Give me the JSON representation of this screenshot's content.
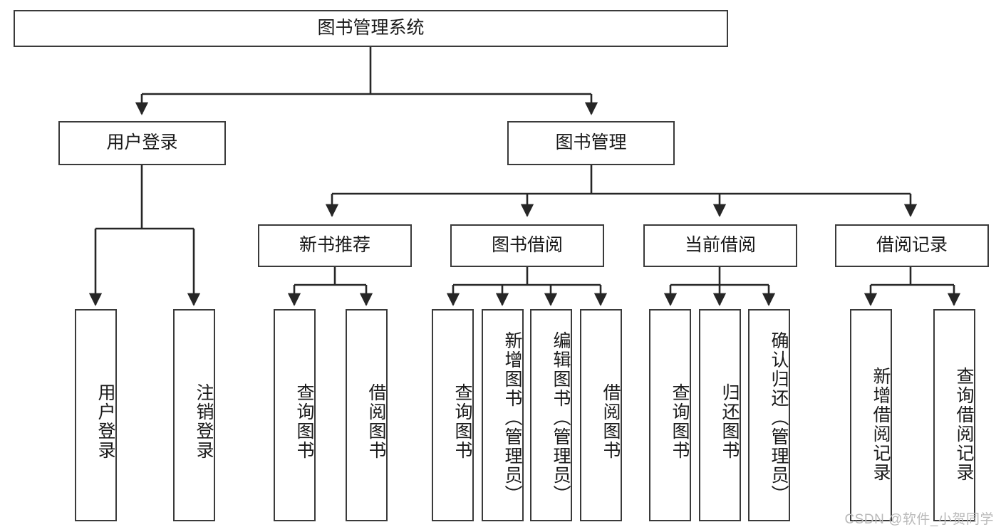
{
  "diagram": {
    "type": "tree-hierarchy-flowchart",
    "title": "图书管理系统",
    "colors": {
      "box_border": "#3a3a3a",
      "box_fill": "#ffffff",
      "connector": "#262626",
      "text": "#1a1a1a",
      "watermark": "#b9b9b9"
    },
    "root": {
      "id": "root",
      "label": "图书管理系统",
      "orientation": "horizontal"
    },
    "level2": [
      {
        "id": "user-login",
        "label": "用户登录",
        "orientation": "horizontal"
      },
      {
        "id": "book-manage",
        "label": "图书管理",
        "orientation": "horizontal"
      }
    ],
    "level3": [
      {
        "id": "new-book-recommend",
        "label": "新书推荐",
        "orientation": "horizontal",
        "parent": "book-manage"
      },
      {
        "id": "book-borrow",
        "label": "图书借阅",
        "orientation": "horizontal",
        "parent": "book-manage"
      },
      {
        "id": "current-borrow",
        "label": "当前借阅",
        "orientation": "horizontal",
        "parent": "book-manage"
      },
      {
        "id": "borrow-record",
        "label": "借阅记录",
        "orientation": "horizontal",
        "parent": "book-manage"
      }
    ],
    "leaves": {
      "user-login": [
        {
          "id": "leaf-user-login",
          "label": "用户登录"
        },
        {
          "id": "leaf-logout",
          "label": "注销登录"
        }
      ],
      "new-book-recommend": [
        {
          "id": "leaf-query-book-1",
          "label": "查询图书"
        },
        {
          "id": "leaf-borrow-book-1",
          "label": "借阅图书"
        }
      ],
      "book-borrow": [
        {
          "id": "leaf-query-book-2",
          "label": "查询图书"
        },
        {
          "id": "leaf-add-book",
          "label": "新增图书（管理员）"
        },
        {
          "id": "leaf-edit-book",
          "label": "编辑图书（管理员）"
        },
        {
          "id": "leaf-borrow-book-2",
          "label": "借阅图书"
        }
      ],
      "current-borrow": [
        {
          "id": "leaf-query-book-3",
          "label": "查询图书"
        },
        {
          "id": "leaf-return-book",
          "label": "归还图书"
        },
        {
          "id": "leaf-confirm-return",
          "label": "确认归还（管理员）"
        }
      ],
      "borrow-record": [
        {
          "id": "leaf-add-record",
          "label": "新增借阅记录"
        },
        {
          "id": "leaf-query-record",
          "label": "查询借阅记录"
        }
      ]
    }
  },
  "watermark": {
    "text": "CSDN @软件_小贺同学"
  }
}
